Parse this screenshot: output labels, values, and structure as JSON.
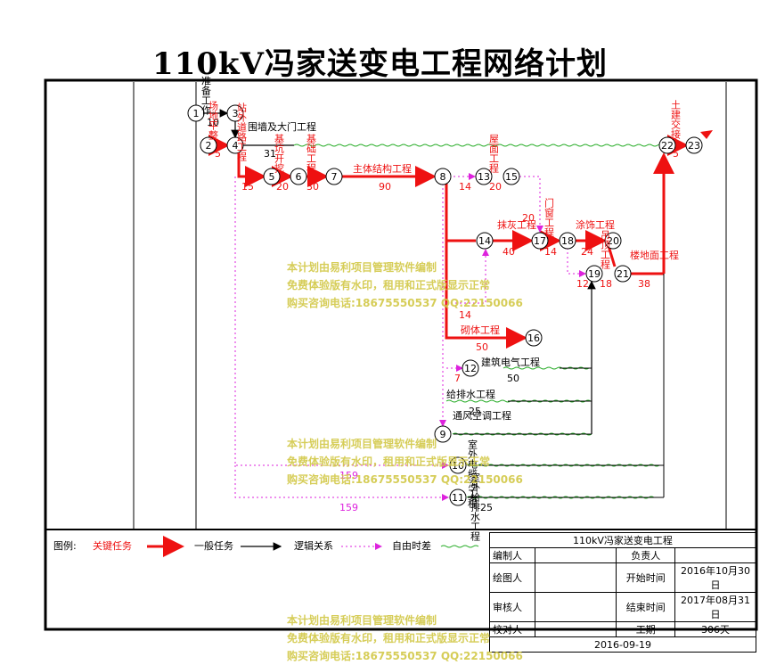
{
  "title": "110kV冯家送变电工程网络计划",
  "colors": {
    "critical": "#ee1111",
    "general": "#000000",
    "float": "#dd22dd",
    "free": "#22aa22"
  },
  "nodes": [
    {
      "id": "1",
      "label": "1"
    },
    {
      "id": "2",
      "label": "2"
    },
    {
      "id": "3",
      "label": "3"
    },
    {
      "id": "4",
      "label": "4"
    },
    {
      "id": "5",
      "label": "5"
    },
    {
      "id": "6",
      "label": "6"
    },
    {
      "id": "7",
      "label": "7"
    },
    {
      "id": "8",
      "label": "8"
    },
    {
      "id": "9",
      "label": "9"
    },
    {
      "id": "10",
      "label": "10"
    },
    {
      "id": "11",
      "label": "11"
    },
    {
      "id": "12",
      "label": "12"
    },
    {
      "id": "13",
      "label": "13"
    },
    {
      "id": "14",
      "label": "14"
    },
    {
      "id": "15",
      "label": "15"
    },
    {
      "id": "16",
      "label": "16"
    },
    {
      "id": "17",
      "label": "17"
    },
    {
      "id": "18",
      "label": "18"
    },
    {
      "id": "19",
      "label": "19"
    },
    {
      "id": "20",
      "label": "20"
    },
    {
      "id": "21",
      "label": "21"
    },
    {
      "id": "22",
      "label": "22"
    },
    {
      "id": "23",
      "label": "23"
    }
  ],
  "task_labels": {
    "t1": "准备工作",
    "t1d": "10",
    "t2": "场地平整",
    "t2d": "5",
    "t3": "站外道路工程",
    "t3d": "15",
    "t4": "围墙及大门工程",
    "t4d": "31",
    "t5": "基坑开挖",
    "t5d": "20",
    "t6": "基础工程",
    "t6d": "30",
    "t7": "主体结构工程",
    "t7d": "90",
    "t8d": "14",
    "t9": "屋面工程",
    "t9d": "20",
    "t10": "门窗工程",
    "t10d": "20",
    "t11": "抹灰工程",
    "t11d": "40",
    "t12d": "14",
    "t13": "涂饰工程",
    "t13d": "24",
    "t14": "吊顶工程",
    "t14d": "18",
    "t15d": "12",
    "t16": "楼地面工程",
    "t16d": "38",
    "t17": "土建交接",
    "t17d": "5",
    "t18d": "14",
    "t19": "砌体工程",
    "t19d": "50",
    "t20": "建筑电气工程",
    "t20d": "50",
    "t21d": "7",
    "t22": "给排水工程",
    "t22d": "25",
    "t23": "通风空调工程",
    "t24": "室外电缆沟工程",
    "t24d": "159",
    "t25": "室外给排水工程",
    "t25d": "25",
    "t26d": "159"
  },
  "legend": {
    "label": "图例:",
    "critical": "关键任务",
    "general": "一般任务",
    "logic": "逻辑关系",
    "free": "自由时差"
  },
  "footer": {
    "project": "110kV冯家送变电工程",
    "rows": [
      {
        "k1": "编制人",
        "v1": "",
        "k2": "负责人",
        "v2": ""
      },
      {
        "k1": "绘图人",
        "v1": "",
        "k2": "开始时间",
        "v2": "2016年10月30日"
      },
      {
        "k1": "审核人",
        "v1": "",
        "k2": "结束时间",
        "v2": "2017年08月31日"
      },
      {
        "k1": "校对人",
        "v1": "",
        "k2": "工期",
        "v2": "306天"
      }
    ],
    "date": "2016-09-19"
  },
  "watermark": {
    "line1": "本计划由易利项目管理软件编制",
    "line2": "免费体验版有水印，租用和正式版显示正常",
    "line3": "购买咨询电话:18675550537 QQ:22150066"
  }
}
